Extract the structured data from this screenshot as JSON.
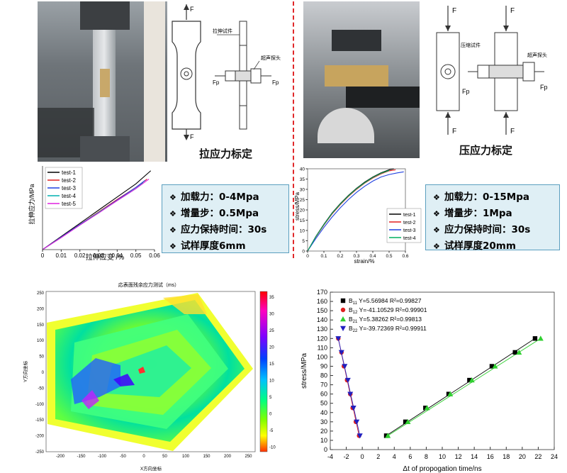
{
  "top_left": {
    "diagram_labels": {
      "specimen": "拉伸试件",
      "probe": "超声探头",
      "force": "F",
      "fp": "Fp"
    },
    "title": "拉应力标定",
    "params": [
      "加载力：0-4Mpa",
      "增量步：0.5Mpa",
      "应力保持时间：30s",
      "试样厚度6mm"
    ]
  },
  "top_right": {
    "diagram_labels": {
      "specimen": "压缩试件",
      "probe": "超声探头",
      "force": "F",
      "fp": "Fp"
    },
    "title": "压应力标定",
    "params": [
      "加载力：0-15Mpa",
      "增量步：1Mpa",
      "应力保持时间：30s",
      "试样厚度20mm"
    ]
  },
  "heatmap": {
    "title": "応表面残余应力测试（ms）",
    "xlabel": "X方向坐标",
    "ylabel": "Y方向坐标",
    "x_ticks": [
      "-200",
      "-150",
      "-100",
      "-50",
      "0",
      "50",
      "100",
      "150",
      "200",
      "250"
    ],
    "y_ticks": [
      "250",
      "200",
      "150",
      "100",
      "50",
      "0",
      "-50",
      "-100",
      "-150",
      "-200",
      "-250"
    ],
    "colorbar_ticks": [
      "35",
      "30",
      "25",
      "20",
      "15",
      "10",
      "5",
      "0",
      "-5",
      "-10"
    ]
  },
  "chart_data": [
    {
      "type": "line",
      "xlabel": "拉伸应变 /%",
      "ylabel": "拉伸应力/MPa",
      "xlim": [
        0,
        0.06
      ],
      "ylim": [
        0,
        7
      ],
      "x_ticks": [
        0,
        0.01,
        0.02,
        0.03,
        0.04,
        0.05,
        0.06
      ],
      "series": [
        {
          "name": "test-1",
          "color": "#000000",
          "points": [
            [
              0,
              0
            ],
            [
              0.01,
              1.1
            ],
            [
              0.02,
              2.2
            ],
            [
              0.03,
              3.3
            ],
            [
              0.04,
              4.4
            ],
            [
              0.05,
              5.5
            ],
            [
              0.058,
              6.6
            ]
          ]
        },
        {
          "name": "test-2",
          "color": "#e02020",
          "points": [
            [
              0,
              0
            ],
            [
              0.01,
              1.05
            ],
            [
              0.02,
              2.1
            ],
            [
              0.03,
              3.15
            ],
            [
              0.04,
              4.2
            ],
            [
              0.05,
              5.2
            ],
            [
              0.056,
              5.9
            ]
          ]
        },
        {
          "name": "test-3",
          "color": "#2040e0",
          "points": [
            [
              0,
              0
            ],
            [
              0.01,
              1.05
            ],
            [
              0.02,
              2.1
            ],
            [
              0.03,
              3.1
            ],
            [
              0.04,
              4.15
            ],
            [
              0.05,
              5.2
            ],
            [
              0.055,
              5.8
            ]
          ]
        },
        {
          "name": "test-4",
          "color": "#00b0b0",
          "points": [
            [
              0,
              0
            ],
            [
              0.01,
              1.02
            ],
            [
              0.02,
              2.05
            ],
            [
              0.03,
              3.1
            ],
            [
              0.04,
              4.1
            ],
            [
              0.05,
              5.1
            ],
            [
              0.054,
              5.6
            ]
          ]
        },
        {
          "name": "test-5",
          "color": "#e020e0",
          "points": [
            [
              0,
              0
            ],
            [
              0.01,
              1.0
            ],
            [
              0.02,
              2.05
            ],
            [
              0.03,
              3.05
            ],
            [
              0.04,
              4.1
            ],
            [
              0.05,
              5.1
            ],
            [
              0.057,
              5.9
            ]
          ]
        }
      ]
    },
    {
      "type": "line",
      "xlabel": "strain/%",
      "ylabel": "stress/MPa",
      "xlim": [
        0,
        0.6
      ],
      "ylim": [
        0,
        40
      ],
      "x_ticks": [
        0,
        0.1,
        0.2,
        0.3,
        0.4,
        0.5,
        0.6
      ],
      "y_ticks": [
        0,
        5,
        10,
        15,
        20,
        25,
        30,
        35,
        40
      ],
      "series": [
        {
          "name": "test-1",
          "color": "#000000",
          "points": [
            [
              0,
              0
            ],
            [
              0.05,
              7
            ],
            [
              0.1,
              13
            ],
            [
              0.15,
              18.5
            ],
            [
              0.2,
              23
            ],
            [
              0.25,
              27
            ],
            [
              0.3,
              30.5
            ],
            [
              0.35,
              33.5
            ],
            [
              0.4,
              36
            ],
            [
              0.45,
              38
            ],
            [
              0.5,
              39.5
            ],
            [
              0.53,
              40
            ]
          ]
        },
        {
          "name": "test-2",
          "color": "#e02020",
          "points": [
            [
              0,
              0
            ],
            [
              0.05,
              6.8
            ],
            [
              0.1,
              12.6
            ],
            [
              0.15,
              18
            ],
            [
              0.2,
              22.5
            ],
            [
              0.25,
              26.5
            ],
            [
              0.3,
              30
            ],
            [
              0.35,
              33
            ],
            [
              0.4,
              35.5
            ],
            [
              0.45,
              37.5
            ],
            [
              0.5,
              39
            ],
            [
              0.54,
              39.5
            ]
          ]
        },
        {
          "name": "test-3",
          "color": "#2040e0",
          "points": [
            [
              0,
              0
            ],
            [
              0.05,
              6
            ],
            [
              0.1,
              11.5
            ],
            [
              0.15,
              16.5
            ],
            [
              0.2,
              21
            ],
            [
              0.25,
              25
            ],
            [
              0.3,
              28.5
            ],
            [
              0.35,
              31.5
            ],
            [
              0.4,
              34
            ],
            [
              0.45,
              36
            ],
            [
              0.5,
              37.2
            ],
            [
              0.55,
              38
            ],
            [
              0.59,
              38.5
            ]
          ]
        },
        {
          "name": "test-4",
          "color": "#00b060",
          "points": [
            [
              0,
              0
            ],
            [
              0.05,
              6.9
            ],
            [
              0.1,
              12.8
            ],
            [
              0.15,
              18.3
            ],
            [
              0.2,
              22.8
            ],
            [
              0.25,
              26.8
            ],
            [
              0.3,
              30.3
            ],
            [
              0.35,
              33.2
            ],
            [
              0.4,
              35.8
            ],
            [
              0.45,
              37.8
            ],
            [
              0.5,
              39.2
            ]
          ]
        }
      ]
    },
    {
      "type": "scatter",
      "xlabel": "Δt of propogation time/ns",
      "ylabel": "stress/MPa",
      "xlim": [
        -4,
        24
      ],
      "ylim": [
        0,
        170
      ],
      "x_ticks": [
        -4,
        -2,
        0,
        2,
        4,
        6,
        8,
        10,
        12,
        14,
        16,
        18,
        20,
        22,
        24
      ],
      "y_ticks": [
        0,
        10,
        20,
        30,
        40,
        50,
        60,
        70,
        80,
        90,
        100,
        110,
        120,
        130,
        140,
        150,
        160,
        170
      ],
      "series": [
        {
          "name": "B",
          "sub": "11",
          "fit": "Y=5.56984 R²=0.99827",
          "color": "#000000",
          "marker": "square",
          "points": [
            [
              3.0,
              15
            ],
            [
              5.4,
              30
            ],
            [
              7.9,
              45
            ],
            [
              10.8,
              60
            ],
            [
              13.4,
              75
            ],
            [
              16.2,
              90
            ],
            [
              19.1,
              105
            ],
            [
              21.6,
              120
            ]
          ]
        },
        {
          "name": "B",
          "sub": "12",
          "fit": "Y=-41.10529 R²=0.99901",
          "color": "#e02020",
          "marker": "circle",
          "points": [
            [
              -0.4,
              15
            ],
            [
              -0.8,
              30
            ],
            [
              -1.2,
              45
            ],
            [
              -1.5,
              60
            ],
            [
              -1.9,
              75
            ],
            [
              -2.3,
              90
            ],
            [
              -2.6,
              105
            ],
            [
              -3.0,
              120
            ]
          ]
        },
        {
          "name": "B",
          "sub": "21",
          "fit": "Y=5.38262 R²=0.99813",
          "color": "#30d030",
          "marker": "triangle-up",
          "points": [
            [
              3.2,
              15
            ],
            [
              5.7,
              30
            ],
            [
              8.1,
              45
            ],
            [
              11.0,
              60
            ],
            [
              13.7,
              75
            ],
            [
              16.6,
              90
            ],
            [
              19.6,
              105
            ],
            [
              22.3,
              120
            ]
          ]
        },
        {
          "name": "B",
          "sub": "22",
          "fit": "Y=-39.72369 R²=0.99911",
          "color": "#2020c0",
          "marker": "triangle-down",
          "points": [
            [
              -0.3,
              15
            ],
            [
              -0.7,
              30
            ],
            [
              -1.1,
              45
            ],
            [
              -1.5,
              60
            ],
            [
              -1.8,
              75
            ],
            [
              -2.2,
              90
            ],
            [
              -2.6,
              105
            ],
            [
              -3.0,
              120
            ]
          ]
        }
      ]
    }
  ]
}
